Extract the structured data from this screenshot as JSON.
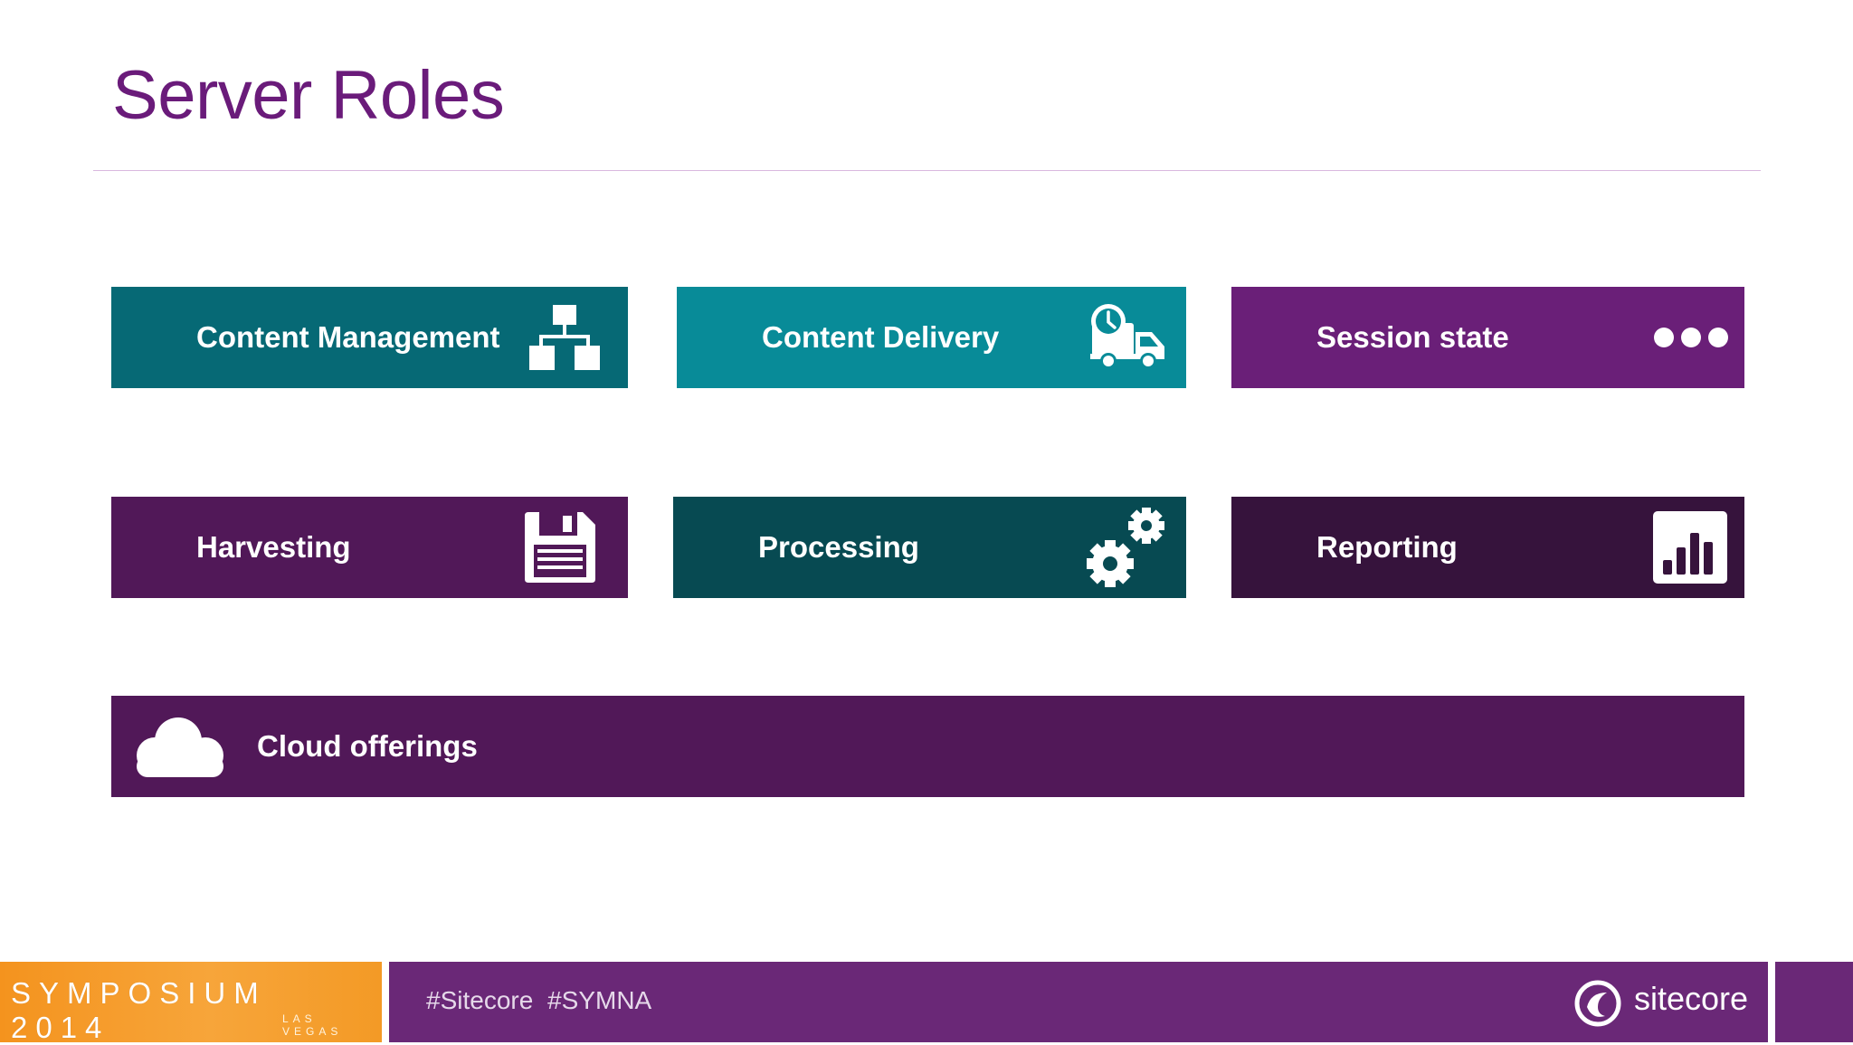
{
  "slide": {
    "title": "Server Roles"
  },
  "tiles": {
    "content_management": {
      "label": "Content Management",
      "icon": "sitemap-icon",
      "color": "#066975"
    },
    "content_delivery": {
      "label": "Content Delivery",
      "icon": "delivery-truck-clock-icon",
      "color": "#088b98"
    },
    "session_state": {
      "label": "Session state",
      "icon": "three-dots-icon",
      "color": "#6a1f78"
    },
    "harvesting": {
      "label": "Harvesting",
      "icon": "floppy-disk-icon",
      "color": "#511858"
    },
    "processing": {
      "label": "Processing",
      "icon": "gears-icon",
      "color": "#074a52"
    },
    "reporting": {
      "label": "Reporting",
      "icon": "bar-chart-icon",
      "color": "#36133c"
    },
    "cloud_offerings": {
      "label": "Cloud offerings",
      "icon": "cloud-icon",
      "color": "#511858"
    }
  },
  "footer": {
    "event": "SYMPOSIUM 2014",
    "location": "LAS VEGAS",
    "hashtags": "#Sitecore #SYMNA",
    "brand": "sitecore",
    "event_color": "#f4931e",
    "bar_color": "#6a2877"
  }
}
